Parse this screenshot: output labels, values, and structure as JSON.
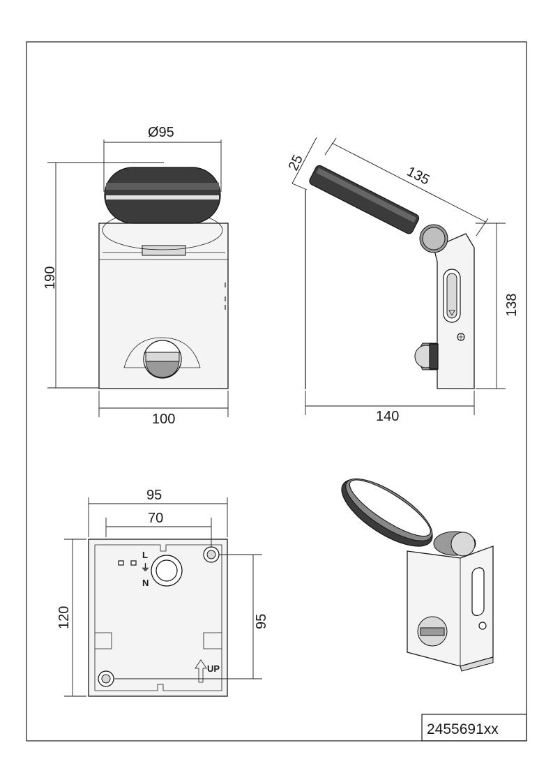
{
  "drawing": {
    "product_code": "2455691xx",
    "front_view": {
      "diameter_label": "Ø95",
      "height_label": "190",
      "width_label": "100"
    },
    "side_view": {
      "head_thickness_label": "25",
      "arm_length_label": "135",
      "height_label": "138",
      "depth_label": "140"
    },
    "back_view": {
      "outer_width_label": "95",
      "hole_spacing_label": "70",
      "height_label": "120",
      "vertical_hole_spacing_label": "95",
      "terminal_L": "L",
      "terminal_N": "N",
      "earth_symbol": "⏚",
      "up_label": "UP"
    }
  }
}
